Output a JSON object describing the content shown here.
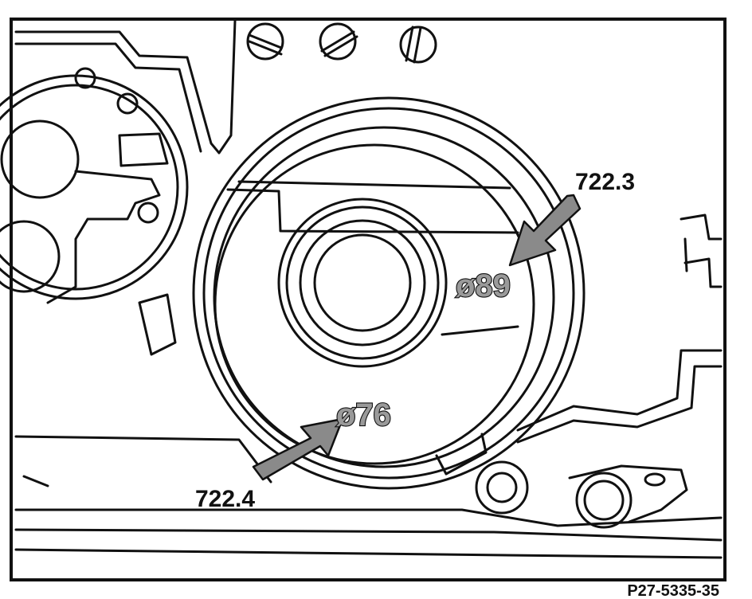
{
  "colors": {
    "background": "#ffffff",
    "linework": "#111111",
    "arrow_fill": "#8a8a8a"
  },
  "callouts": {
    "upper_label": "722.3",
    "lower_label": "722.4",
    "upper_diameter": "ø89",
    "lower_diameter": "ø76"
  },
  "figure_reference": "P27-5335-35"
}
